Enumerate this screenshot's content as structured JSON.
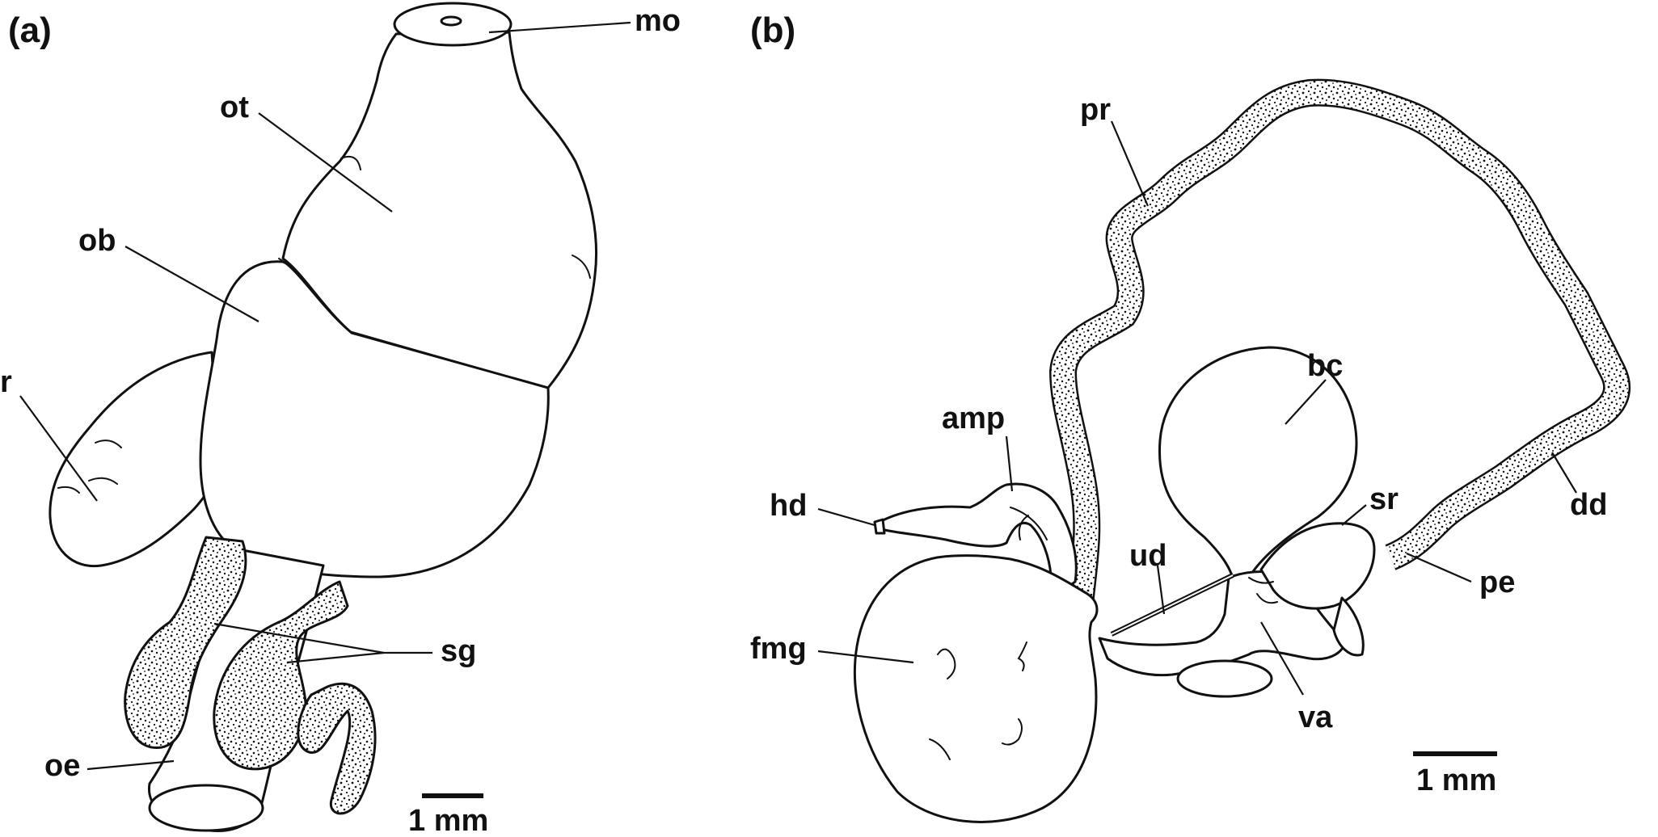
{
  "figure": {
    "panel_a": {
      "label": "(a)",
      "scale_label": "1 mm",
      "labels": {
        "mo": "mo",
        "ot": "ot",
        "ob": "ob",
        "r": "r",
        "sg": "sg",
        "oe": "oe"
      }
    },
    "panel_b": {
      "label": "(b)",
      "scale_label": "1 mm",
      "labels": {
        "pr": "pr",
        "bc": "bc",
        "amp": "amp",
        "hd": "hd",
        "ud": "ud",
        "sr": "sr",
        "dd": "dd",
        "pe": "pe",
        "fmg": "fmg",
        "va": "va"
      }
    },
    "colors": {
      "ink": "#111111",
      "background": "#ffffff"
    }
  }
}
